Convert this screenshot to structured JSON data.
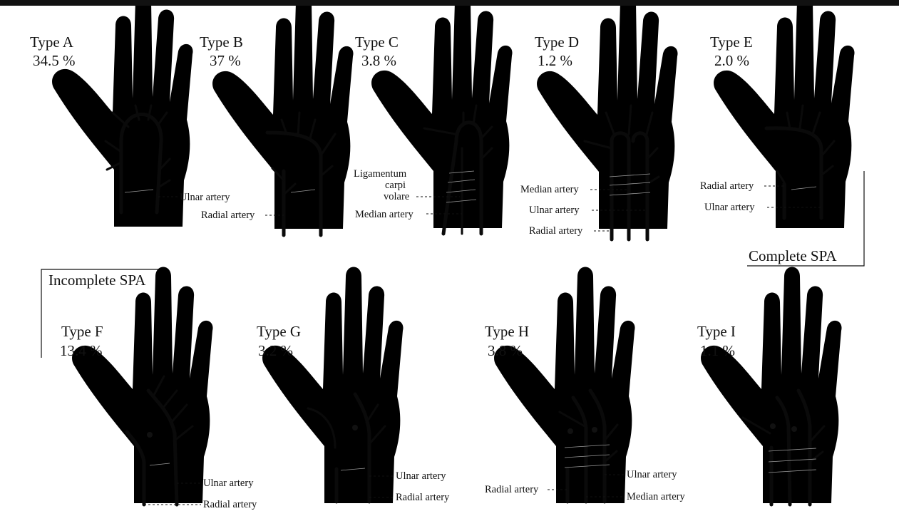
{
  "panels": [
    {
      "id": "A",
      "title": "Type A",
      "percent": "34.5 %"
    },
    {
      "id": "B",
      "title": "Type B",
      "percent": "37 %"
    },
    {
      "id": "C",
      "title": "Type C",
      "percent": "3.8 %"
    },
    {
      "id": "D",
      "title": "Type D",
      "percent": "1.2 %"
    },
    {
      "id": "E",
      "title": "Type E",
      "percent": "2.0 %"
    },
    {
      "id": "F",
      "title": "Type F",
      "percent": "13.4 %"
    },
    {
      "id": "G",
      "title": "Type G",
      "percent": "3.2 %"
    },
    {
      "id": "H",
      "title": "Type H",
      "percent": "3.8 %"
    },
    {
      "id": "I",
      "title": "Type I",
      "percent": "1.1 %"
    }
  ],
  "labels": {
    "ulnar_artery": "Ulnar artery",
    "radial_artery": "Radial artery",
    "median_artery": "Median artery",
    "ligamentum_1": "Ligamentum",
    "ligamentum_2": "carpi",
    "ligamentum_3": "volare"
  },
  "groups": {
    "complete": "Complete SPA",
    "incomplete": "Incomplete SPA"
  }
}
